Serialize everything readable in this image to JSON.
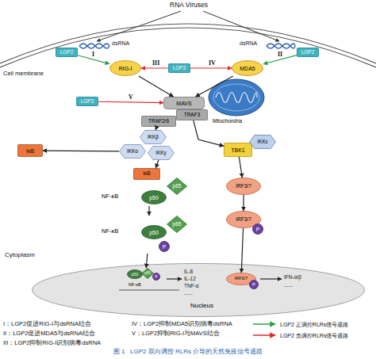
{
  "diagram": {
    "caption": "图 1   LGP2 双向调控 RLRs 介导的天然免疫信号通路",
    "nodes": [
      {
        "text": [
          "LGP2"
        ]
      },
      {
        "text": [
          "RIG-I"
        ]
      },
      {
        "text": [
          "LGP2"
        ]
      },
      {
        "text": [
          "MDA5"
        ]
      },
      {
        "text": [
          "LGP2"
        ]
      },
      {
        "text": [
          "LGP2"
        ]
      },
      {
        "text": [
          "MAVS"
        ]
      },
      {
        "text": [
          "Mitochondria"
        ]
      },
      {
        "text": [
          "TRAF2/6"
        ]
      },
      {
        "text": [
          "TRAF3"
        ]
      },
      {
        "text": [
          "IKKβ"
        ]
      },
      {
        "text": [
          "IKKα"
        ]
      },
      {
        "text": [
          "IKKγ"
        ]
      },
      {
        "text": [
          "IκB"
        ]
      },
      {
        "text": [
          "TBK1"
        ]
      },
      {
        "text": [
          "IKKε"
        ]
      },
      {
        "text": [
          "NF-κB"
        ]
      },
      {
        "text": [
          "IκB"
        ],
        "in": 16
      },
      {
        "text": [
          "p50"
        ],
        "in": 16
      },
      {
        "text": [
          "p65"
        ],
        "in": 16
      },
      {
        "text": [
          "IRF3/7"
        ]
      },
      {
        "text": [
          "NF-κB"
        ]
      },
      {
        "text": [
          "p50"
        ],
        "in": 21
      },
      {
        "text": [
          "p65"
        ],
        "in": 21
      },
      {
        "text": [
          "P"
        ],
        "in": 21
      },
      {
        "text": [
          "IRF3/7"
        ]
      },
      {
        "text": [
          "P"
        ]
      },
      {
        "text": [
          "Nucleus"
        ]
      },
      {
        "text": [
          "NF-κB"
        ],
        "in": 27
      },
      {
        "text": [
          "p50"
        ],
        "in": 28
      },
      {
        "text": [
          "p65"
        ],
        "in": 28
      },
      {
        "text": [
          "P"
        ],
        "in": 28
      },
      {
        "text": [
          "IRF3/7"
        ],
        "in": 27
      },
      {
        "text": [
          "P"
        ],
        "in": 27
      }
    ],
    "edges": [
      {
        "from": 0,
        "to": 1,
        "arrow": "to",
        "label": "I"
      },
      {
        "from": 2,
        "to": 1,
        "arrow": "to",
        "label": "III"
      },
      {
        "from": 2,
        "to": 3,
        "arrow": "to",
        "label": "IV"
      },
      {
        "from": 4,
        "to": 3,
        "arrow": "to",
        "label": "II"
      },
      {
        "from": 1,
        "to": 6,
        "arrow": "to"
      },
      {
        "from": 3,
        "to": 6,
        "arrow": "to"
      },
      {
        "from": 5,
        "to": 6,
        "arrow": "to",
        "label": "V"
      },
      {
        "from": 8,
        "to": 10,
        "arrow": "to"
      },
      {
        "from": 9,
        "to": 14,
        "arrow": "to"
      },
      {
        "from": 11,
        "to": 13,
        "arrow": "to"
      },
      {
        "from": 12,
        "to": 16,
        "arrow": "to"
      },
      {
        "from": 16,
        "to": 21,
        "arrow": "to"
      },
      {
        "from": 21,
        "to": 28,
        "arrow": "to"
      },
      {
        "from": 14,
        "to": 20,
        "arrow": "to"
      },
      {
        "from": 20,
        "to": 25,
        "arrow": "to"
      },
      {
        "from": 25,
        "to": 32,
        "arrow": "to"
      }
    ],
    "labels": [
      "RNA Viruses",
      "dsRNA",
      "dsRNA",
      "Cell membrane",
      "Cytoplasm",
      "IL-8",
      "IL-12",
      "TNF-α",
      "......",
      "IFN-α/β",
      "......",
      "I：LGP2促进RIG-I与dsRNA结合",
      "II：LGP2促进MDA5与dsRNA结合",
      "III：LGP2抑制RIG-I识别病毒dsRNA",
      "IV：LGP2抑制MDA5识别病毒dsRNA",
      "V：LGP2抑制RIG-I与MAVS结合"
    ],
    "legend": [
      {
        "text": "LGP2 正调控RLRs信号通路"
      },
      {
        "text": "LGP2 负调控RLRs信号通路"
      }
    ]
  }
}
